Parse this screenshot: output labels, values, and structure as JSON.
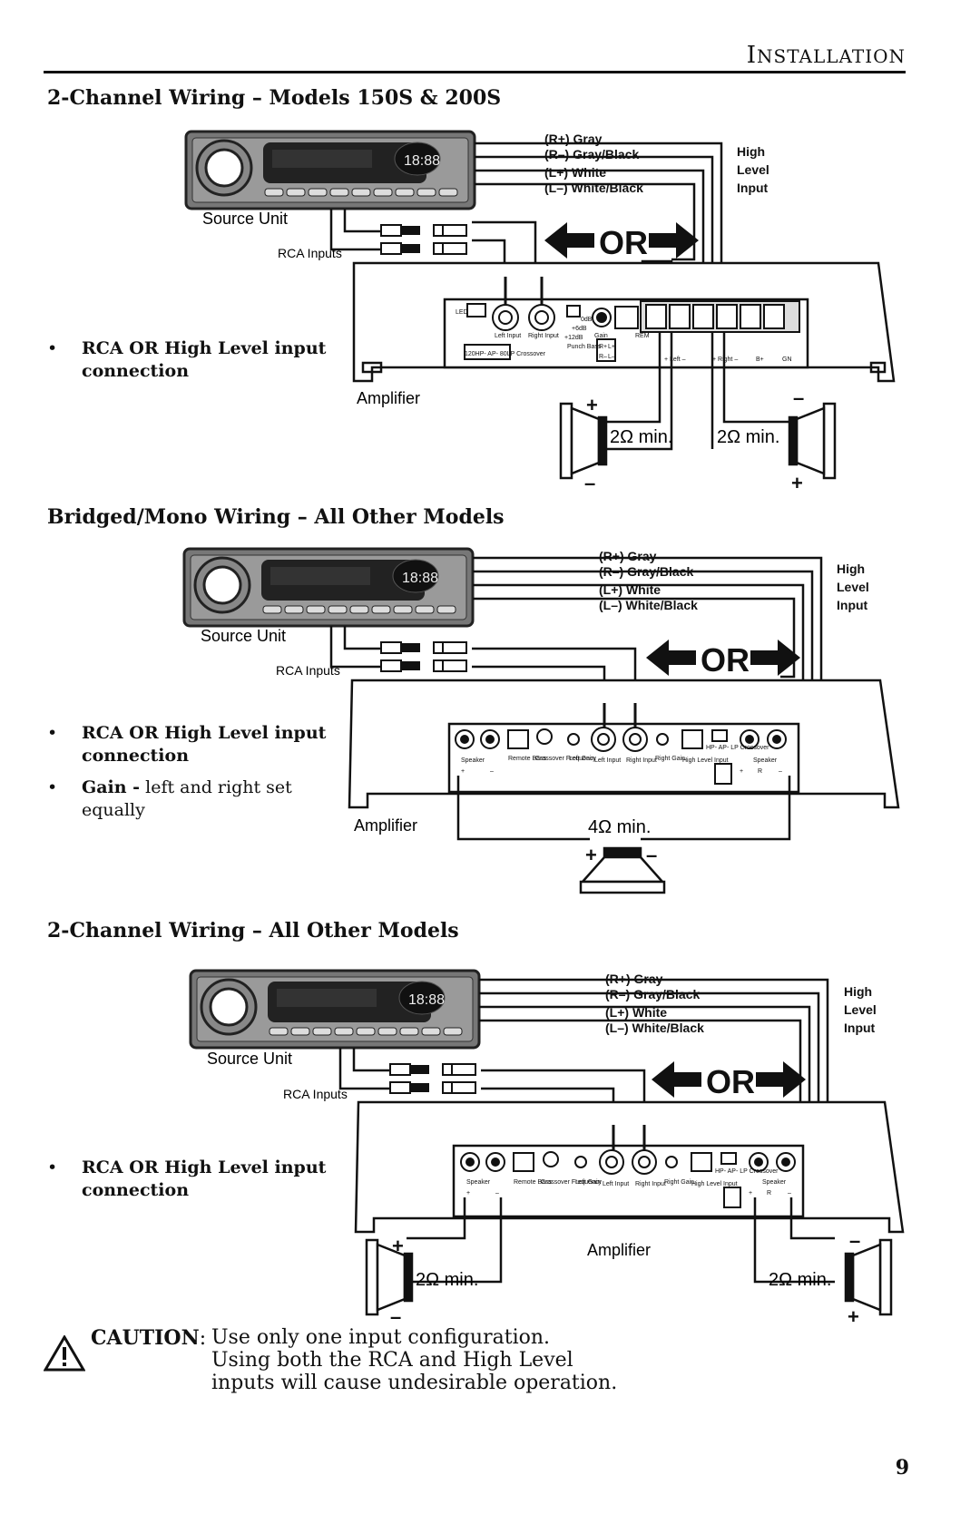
{
  "header": {
    "title_first": "I",
    "title_rest": "NSTALLATION"
  },
  "sections": [
    {
      "title": "2-Channel Wiring – Models 150S & 200S",
      "bullets": [
        {
          "bold": "RCA OR High Level input connection",
          "rest": ""
        }
      ],
      "diagram": {
        "source_unit": "Source Unit",
        "rca_inputs": "RCA Inputs",
        "or_label": "OR",
        "wires": [
          "(R+) Gray",
          "(R–) Gray/Black",
          "(L+) White",
          "(L–) White/Black"
        ],
        "high_level": [
          "High",
          "Level",
          "Input"
        ],
        "amplifier": "Amplifier",
        "speaker_left": "2Ω min.",
        "speaker_right": "2Ω min.",
        "panel_labels": [
          "LED",
          "Left Input",
          "Right Input",
          "0dB",
          "+6dB",
          "+12dB",
          "Punch Bass",
          "Gain",
          "REM",
          "120HP- AP- 80LP Crossover",
          "R+",
          "L+",
          "R–",
          "L–",
          "+ Left –",
          "+ Right –",
          "B+",
          "GN"
        ]
      }
    },
    {
      "title": "Bridged/Mono Wiring – All Other Models",
      "bullets": [
        {
          "bold": "RCA OR High Level input connection",
          "rest": ""
        },
        {
          "bold": "Gain -",
          "rest": " left and right set equally"
        }
      ],
      "diagram": {
        "source_unit": "Source Unit",
        "rca_inputs": "RCA Inputs",
        "or_label": "OR",
        "wires": [
          "(R+) Gray",
          "(R–) Gray/Black",
          "(L+) White",
          "(L–) White/Black"
        ],
        "high_level": [
          "High",
          "Level",
          "Input"
        ],
        "amplifier": "Amplifier",
        "speaker_mono": "4Ω min.",
        "panel_labels": [
          "Speaker",
          "Remote Bass",
          "Crossover Frequency",
          "Left Gain",
          "Left Input",
          "Right Input",
          "Right Gain",
          "High Level Input",
          "HP- AP- LP Crossover",
          "Speaker",
          "+",
          "–",
          "+",
          "R",
          "–"
        ]
      }
    },
    {
      "title": "2-Channel Wiring – All Other Models",
      "bullets": [
        {
          "bold": "RCA OR High Level input connection",
          "rest": ""
        }
      ],
      "diagram": {
        "source_unit": "Source Unit",
        "rca_inputs": "RCA Inputs",
        "or_label": "OR",
        "wires": [
          "(R+) Gray",
          "(R–) Gray/Black",
          "(L+) White",
          "(L–) White/Black"
        ],
        "high_level": [
          "High",
          "Level",
          "Input"
        ],
        "amplifier": "Amplifier",
        "speaker_left": "2Ω min.",
        "speaker_right": "2Ω min.",
        "panel_labels": [
          "Speaker",
          "Remote Bass",
          "Crossover Frequency",
          "Left Gain",
          "Left Input",
          "Right Input",
          "Right Gain",
          "High Level Input",
          "HP- AP- LP Crossover",
          "Speaker",
          "+",
          "–",
          "+",
          "R",
          "–"
        ]
      }
    }
  ],
  "caution": {
    "label": "CAUTION",
    "lines": [
      "Use only one input configuration.",
      "Using both the RCA and High Level",
      "inputs will cause undesirable operation."
    ]
  },
  "page_number": "9"
}
